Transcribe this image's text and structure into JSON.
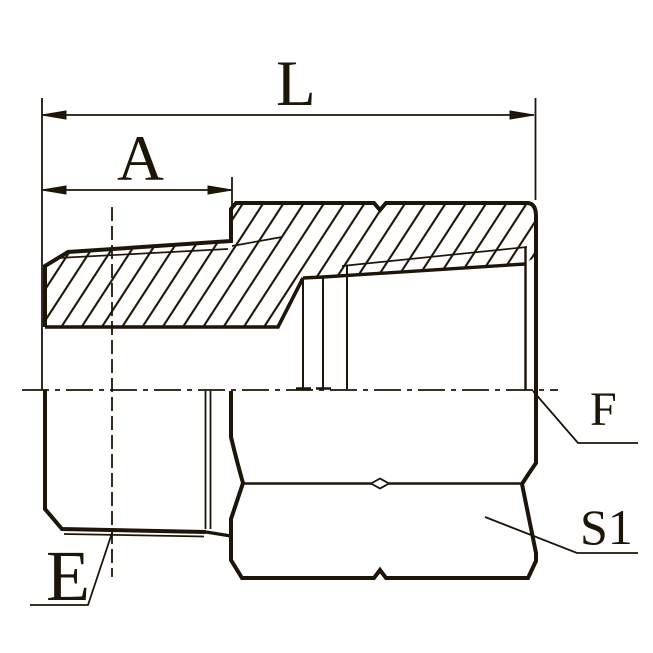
{
  "background_color": "#ffffff",
  "ink_color": "#1f1408",
  "labels": {
    "L": "L",
    "A": "A",
    "E": "E",
    "F": "F",
    "S1": "S1"
  }
}
